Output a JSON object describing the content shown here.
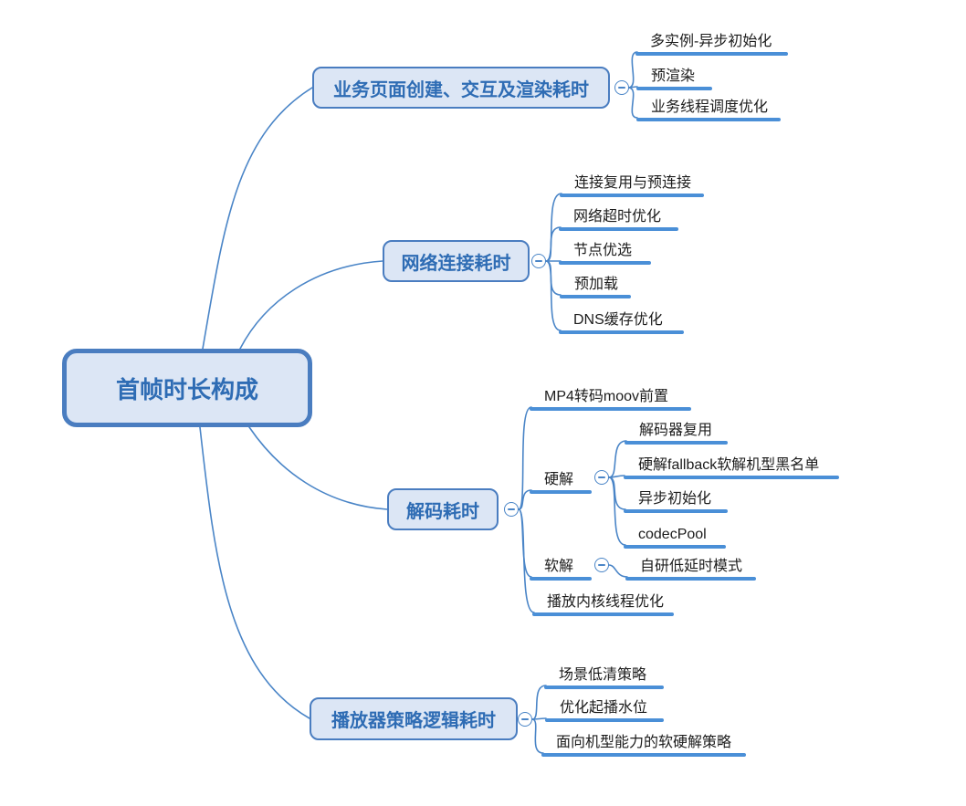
{
  "mindmap": {
    "root": {
      "label": "首帧时长构成"
    },
    "branches": [
      {
        "label": "业务页面创建、交互及渲染耗时",
        "collapse_icon": "minus",
        "children": [
          {
            "label": "多实例-异步初始化"
          },
          {
            "label": "预渲染"
          },
          {
            "label": "业务线程调度优化"
          }
        ]
      },
      {
        "label": "网络连接耗时",
        "collapse_icon": "minus",
        "children": [
          {
            "label": "连接复用与预连接"
          },
          {
            "label": "网络超时优化"
          },
          {
            "label": "节点优选"
          },
          {
            "label": "预加载"
          },
          {
            "label": "DNS缓存优化"
          }
        ]
      },
      {
        "label": "解码耗时",
        "collapse_icon": "minus",
        "children": [
          {
            "label": "MP4转码moov前置"
          },
          {
            "label": "硬解",
            "collapse_icon": "minus",
            "children": [
              {
                "label": "解码器复用"
              },
              {
                "label": "硬解fallback软解机型黑名单"
              },
              {
                "label": "异步初始化"
              },
              {
                "label": "codecPool"
              }
            ]
          },
          {
            "label": "软解",
            "collapse_icon": "minus",
            "children": [
              {
                "label": "自研低延时模式"
              }
            ]
          },
          {
            "label": "播放内核线程优化"
          }
        ]
      },
      {
        "label": "播放器策略逻辑耗时",
        "collapse_icon": "minus",
        "children": [
          {
            "label": "场景低清策略"
          },
          {
            "label": "优化起播水位"
          },
          {
            "label": "面向机型能力的软硬解策略"
          }
        ]
      }
    ],
    "colors": {
      "node_border": "#4a7dc0",
      "node_fill": "#dce6f5",
      "node_text": "#2e6cb4",
      "topic_underline": "#4a8fd7",
      "connector": "#4a85c7",
      "topic_text": "#1c1c1c"
    }
  }
}
